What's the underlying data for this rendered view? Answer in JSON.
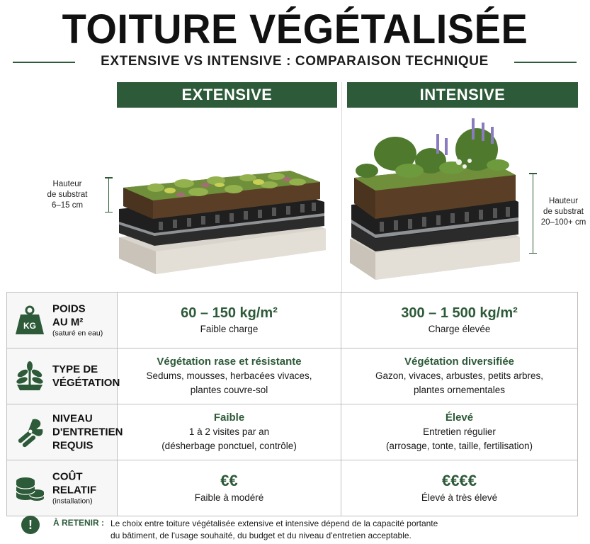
{
  "title": "TOITURE VÉGÉTALISÉE",
  "subtitle": "EXTENSIVE VS INTENSIVE : COMPARAISON TECHNIQUE",
  "columns": {
    "extensive": "EXTENSIVE",
    "intensive": "INTENSIVE"
  },
  "height_labels": {
    "extensive": [
      "Hauteur",
      "de substrat",
      "6–15 cm"
    ],
    "intensive": [
      "Hauteur",
      "de substrat",
      "20–100+ cm"
    ]
  },
  "rows": [
    {
      "label_lines": [
        "POIDS",
        "AU M²"
      ],
      "label_note": "(saturé en eau)",
      "icon": "weight-icon",
      "icon_text": "KG",
      "extensive": {
        "main": "60 – 150 kg/m²",
        "sub": [
          "Faible charge"
        ]
      },
      "intensive": {
        "main": "300 – 1 500 kg/m²",
        "sub": [
          "Charge élevée"
        ]
      }
    },
    {
      "label_lines": [
        "TYPE DE",
        "VÉGÉTATION"
      ],
      "label_note": "",
      "icon": "plant-icon",
      "extensive": {
        "main": "Végétation rase et résistante",
        "sub": [
          "Sedums, mousses, herbacées vivaces,",
          "plantes couvre-sol"
        ]
      },
      "intensive": {
        "main": "Végétation diversifiée",
        "sub": [
          "Gazon, vivaces, arbustes, petits arbres,",
          "plantes ornementales"
        ]
      }
    },
    {
      "label_lines": [
        "NIVEAU",
        "D'ENTRETIEN",
        "REQUIS"
      ],
      "label_note": "",
      "icon": "pruning-shears-icon",
      "extensive": {
        "main": "Faible",
        "sub": [
          "1 à 2 visites par an",
          "(désherbage ponctuel, contrôle)"
        ]
      },
      "intensive": {
        "main": "Élevé",
        "sub": [
          "Entretien régulier",
          "(arrosage, tonte, taille, fertilisation)"
        ]
      }
    },
    {
      "label_lines": [
        "COÛT",
        "RELATIF"
      ],
      "label_note": "(installation)",
      "icon": "coins-icon",
      "extensive": {
        "main": "€€",
        "sub": [
          "Faible à modéré"
        ]
      },
      "intensive": {
        "main": "€€€€",
        "sub": [
          "Élevé à très élevé"
        ]
      }
    }
  ],
  "note": {
    "key": "À RETENIR :",
    "text": "Le choix entre toiture végétalisée extensive et intensive dépend de la capacité portante du bâtiment, de l'usage souhaité, du budget et du niveau d'entretien acceptable."
  },
  "colors": {
    "accent": "#2d5a38",
    "substrate": "#5a3f26",
    "drainage": "#1f1f1f",
    "base": "#d9d4cc"
  }
}
